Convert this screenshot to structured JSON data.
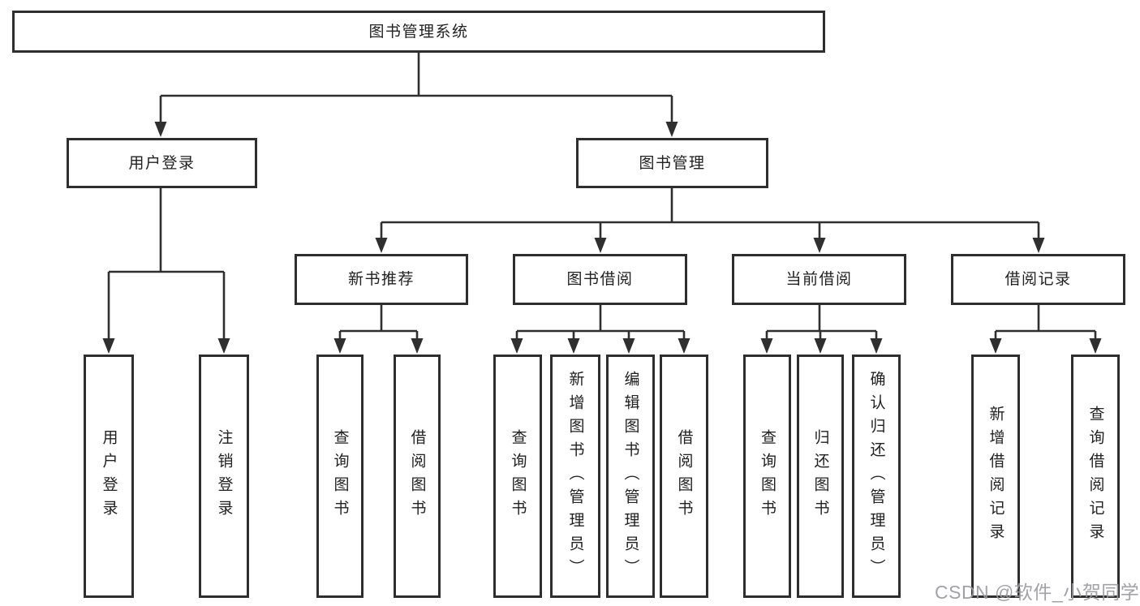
{
  "tree": {
    "label": "图书管理系统",
    "children": [
      {
        "label": "用户登录",
        "children": [
          {
            "label": "用户登录"
          },
          {
            "label": "注销登录"
          }
        ]
      },
      {
        "label": "图书管理",
        "children": [
          {
            "label": "新书推荐",
            "children": [
              {
                "label": "查询图书"
              },
              {
                "label": "借阅图书"
              }
            ]
          },
          {
            "label": "图书借阅",
            "children": [
              {
                "label": "查询图书"
              },
              {
                "label": "新增图书（管理员）"
              },
              {
                "label": "编辑图书（管理员）"
              },
              {
                "label": "借阅图书"
              }
            ]
          },
          {
            "label": "当前借阅",
            "children": [
              {
                "label": "查询图书"
              },
              {
                "label": "归还图书"
              },
              {
                "label": "确认归还（管理员）"
              }
            ]
          },
          {
            "label": "借阅记录",
            "children": [
              {
                "label": "新增借阅记录"
              },
              {
                "label": "查询借阅记录"
              }
            ]
          }
        ]
      }
    ]
  },
  "watermark": {
    "text": "CSDN @软件_小贺同学"
  },
  "colors": {
    "line": "#2f2f2f",
    "box_border": "#2e2e2e",
    "text": "#212121",
    "watermark": "#9a9a9e",
    "background": "#ffffff"
  }
}
